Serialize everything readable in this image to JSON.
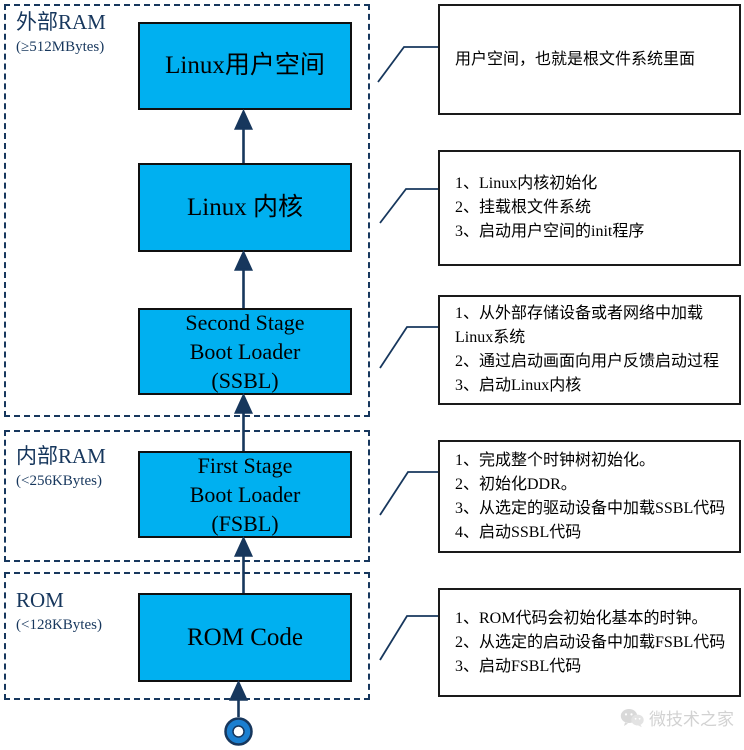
{
  "colors": {
    "stage_fill": "#00b0f0",
    "line_navy": "#17375d",
    "box_border": "#1a1a1a",
    "start_node_blue": "#1b7fd0",
    "watermark_gray": "#d2d2d2"
  },
  "regions": [
    {
      "label": "外部RAM",
      "size": "(≥512MBytes)"
    },
    {
      "label": "内部RAM",
      "size": "(<256KBytes)"
    },
    {
      "label": "ROM",
      "size": "(<128KBytes)"
    }
  ],
  "stages": [
    {
      "label": "Linux用户空间"
    },
    {
      "label": "Linux 内核"
    },
    {
      "lines": [
        "Second Stage",
        "Boot Loader",
        "(SSBL)"
      ]
    },
    {
      "lines": [
        "First Stage",
        "Boot Loader",
        "(FSBL)"
      ]
    },
    {
      "label": "ROM Code"
    }
  ],
  "annotations": [
    {
      "lines": [
        "用户空间，也就是根文件系统里面"
      ]
    },
    {
      "lines": [
        "1、Linux内核初始化",
        "2、挂载根文件系统",
        "3、启动用户空间的init程序"
      ]
    },
    {
      "lines": [
        "1、从外部存储设备或者网络中加载",
        "Linux系统",
        "2、通过启动画面向用户反馈启动过程",
        "3、启动Linux内核"
      ]
    },
    {
      "lines": [
        "1、完成整个时钟树初始化。",
        "2、初始化DDR。",
        "3、从选定的驱动设备中加载SSBL代码",
        "4、启动SSBL代码"
      ]
    },
    {
      "lines": [
        "1、ROM代码会初始化基本的时钟。",
        "2、从选定的启动设备中加载FSBL代码",
        "3、启动FSBL代码"
      ]
    }
  ],
  "watermark": {
    "text": "微技术之家"
  }
}
